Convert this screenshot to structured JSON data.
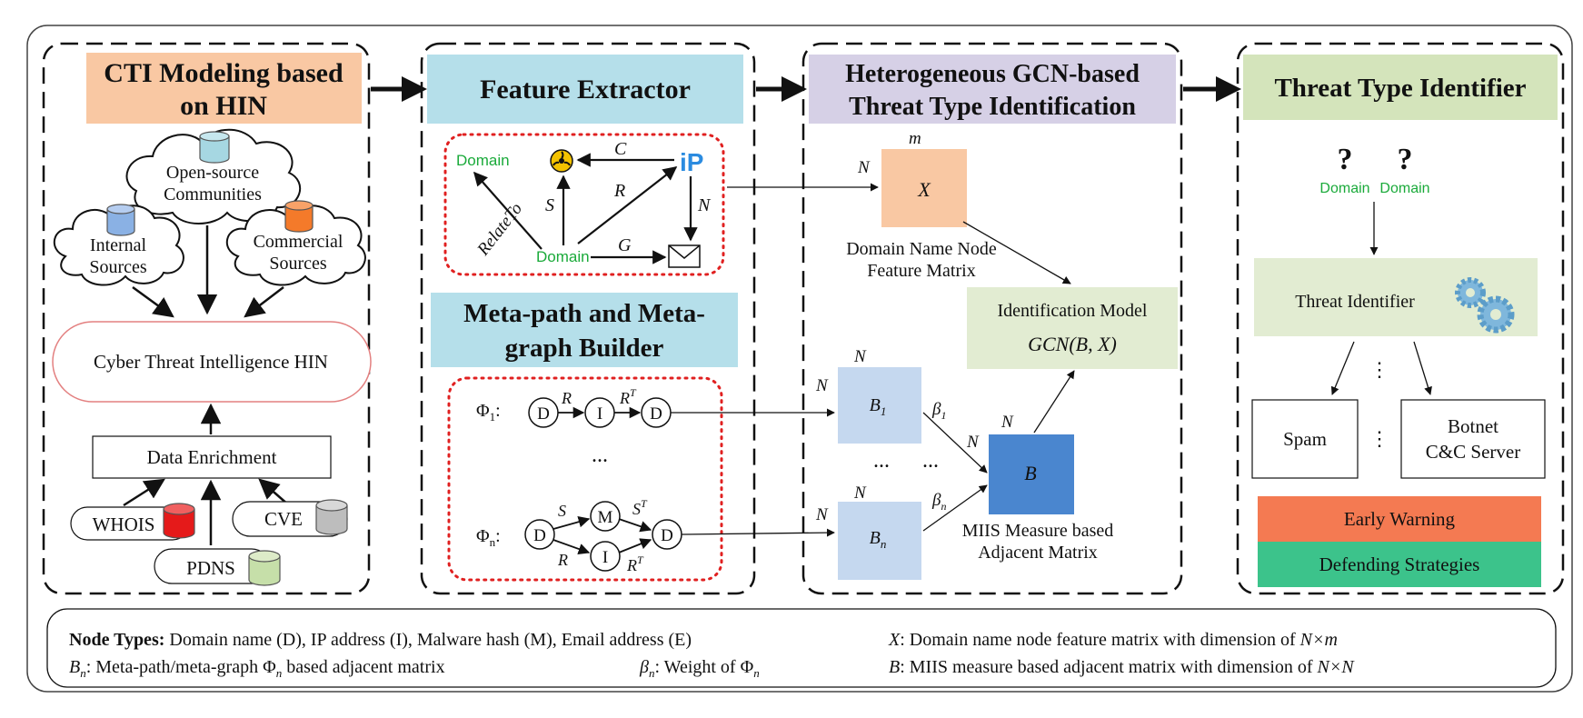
{
  "colors": {
    "orange_header": "#f9c8a3",
    "cyan_header": "#b5dfea",
    "purple_header": "#d6d0e6",
    "green_header": "#d4e4bb",
    "feature_matrix": "#f9c8a3",
    "adjacent_matrix_light": "#c5d8ef",
    "adjacent_matrix_dark": "#4a86cf",
    "identification_box": "#e2ecd2",
    "threat_identifier_box": "#e2ecd2",
    "early_warning": "#f47a52",
    "defending": "#3cc38b",
    "dotted_red": "#e02020",
    "domain_green": "#1aaa3a",
    "ip_blue": "#2b8be0",
    "db_blue": "#8ab1e4",
    "db_cyan": "#a6d7e2",
    "db_orange": "#f47a2a",
    "db_red": "#e51a1a",
    "db_gray": "#bdbdbd",
    "db_green": "#c6dfa9"
  },
  "panel1": {
    "title_line1": "CTI Modeling based",
    "title_line2": "on HIN",
    "cloud_top_line1": "Open-source",
    "cloud_top_line2": "Communities",
    "cloud_left_line1": "Internal",
    "cloud_left_line2": "Sources",
    "cloud_right_line1": "Commercial",
    "cloud_right_line2": "Sources",
    "hin_label": "Cyber Threat Intelligence HIN",
    "enrichment_label": "Data Enrichment",
    "whois": "WHOIS",
    "cve": "CVE",
    "pdns": "PDNS"
  },
  "panel2": {
    "title": "Feature Extractor",
    "domain_top": "Domain",
    "domain_bottom": "Domain",
    "ip_icon": "iP",
    "edge_c": "C",
    "edge_r": "R",
    "edge_s": "S",
    "edge_n": "N",
    "edge_g": "G",
    "edge_relate": "RelateTo",
    "builder_line1": "Meta-path and Meta-",
    "builder_line2": "graph Builder",
    "phi1": "Φ",
    "phi1_sub": "1",
    "phin": "Φ",
    "phin_sub": "n",
    "node_d": "D",
    "node_i": "I",
    "node_m": "M",
    "r_label": "R",
    "s_label": "S",
    "t_sup": "T",
    "ellipsis": "..."
  },
  "panel3": {
    "title_line1": "Heterogeneous GCN-based",
    "title_line2": "Threat Type Identification",
    "m_label": "m",
    "n_label": "N",
    "x_label": "X",
    "feature_caption_line1": "Domain Name Node",
    "feature_caption_line2": "Feature Matrix",
    "model_line1": "Identification Model",
    "model_line2": "GCN(B, X)",
    "b1": "B",
    "b1_sub": "1",
    "bn": "B",
    "bn_sub": "n",
    "beta": "β",
    "beta1_sub": "1",
    "betan_sub": "n",
    "b_label": "B",
    "dots": "...",
    "miis_line1": "MIIS Measure based",
    "miis_line2": "Adjacent Matrix"
  },
  "panel4": {
    "title": "Threat Type Identifier",
    "question": "?",
    "domain_a": "Domain",
    "domain_b": "Domain",
    "identifier_label": "Threat Identifier",
    "vdots": "⋮",
    "spam": "Spam",
    "botnet_line1": "Botnet",
    "botnet_line2": "C&C Server",
    "early_warning": "Early Warning",
    "defending": "Defending Strategies"
  },
  "legend": {
    "node_types_label": "Node Types:",
    "node_types_text": "Domain name (D), IP address (I), Malware hash (M), Email address (E)",
    "bn_sym": "B",
    "bn_sub": "n",
    "bn_text": ": Meta-path/meta-graph Φ",
    "bn_text_sub": "n",
    "bn_text_end": " based adjacent matrix",
    "beta_sym": "β",
    "beta_sub": "n",
    "beta_text": ":  Weight of  Φ",
    "beta_text_sub": "n",
    "x_sym": "X",
    "x_text": ": Domain name node feature matrix with dimension of ",
    "x_dim": "N×m",
    "b_sym": "B",
    "b_text": ": MIIS measure based adjacent matrix with dimension of ",
    "b_dim": "N×N"
  }
}
